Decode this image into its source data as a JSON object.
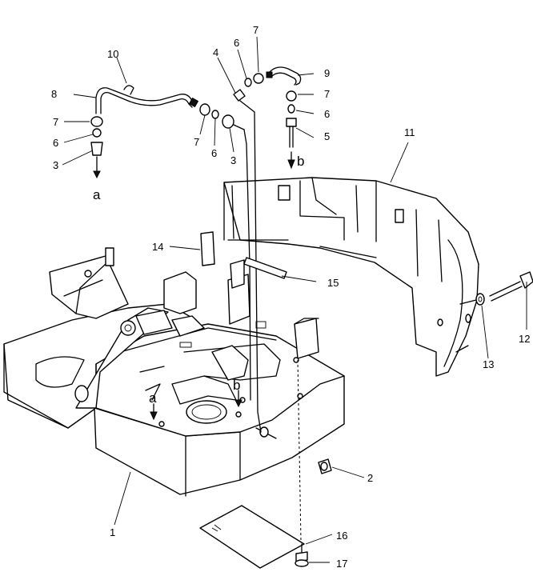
{
  "callouts": {
    "n1": "1",
    "n2": "2",
    "n3a": "3",
    "n3b": "3",
    "n4": "4",
    "n5": "5",
    "n6a": "6",
    "n6b": "6",
    "n6c": "6",
    "n6d": "6",
    "n7a": "7",
    "n7b": "7",
    "n7c": "7",
    "n7d": "7",
    "n8": "8",
    "n9": "9",
    "n10": "10",
    "n11": "11",
    "n12": "12",
    "n13": "13",
    "n14": "14",
    "n15": "15",
    "n16": "16",
    "n17": "17"
  },
  "connection_labels": {
    "a_top": "a",
    "b_top": "b",
    "a_base": "a",
    "b_base": "b"
  }
}
